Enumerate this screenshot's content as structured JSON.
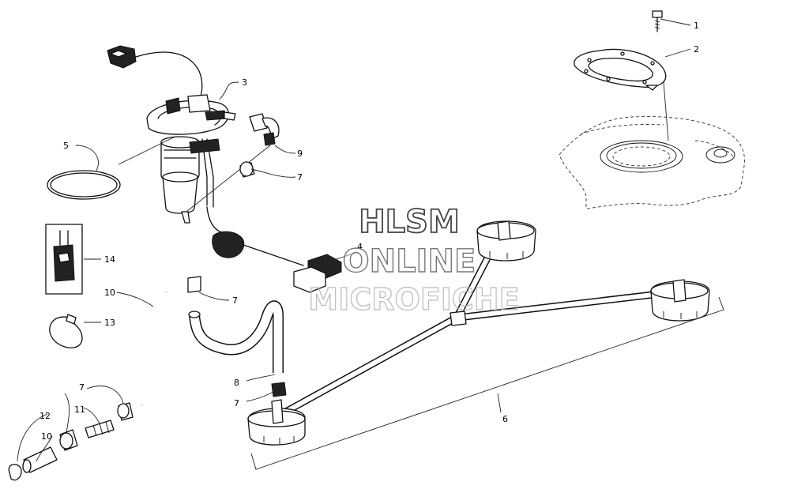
{
  "callouts": [
    "1",
    "2",
    "3",
    "4",
    "5",
    "6",
    "7",
    "7",
    "7",
    "7",
    "8",
    "9",
    "10",
    "10",
    "11",
    "12",
    "13",
    "14"
  ],
  "watermark": {
    "line1": "HLSM",
    "line2": "ONLINE",
    "line3": "MICROFICHE"
  }
}
